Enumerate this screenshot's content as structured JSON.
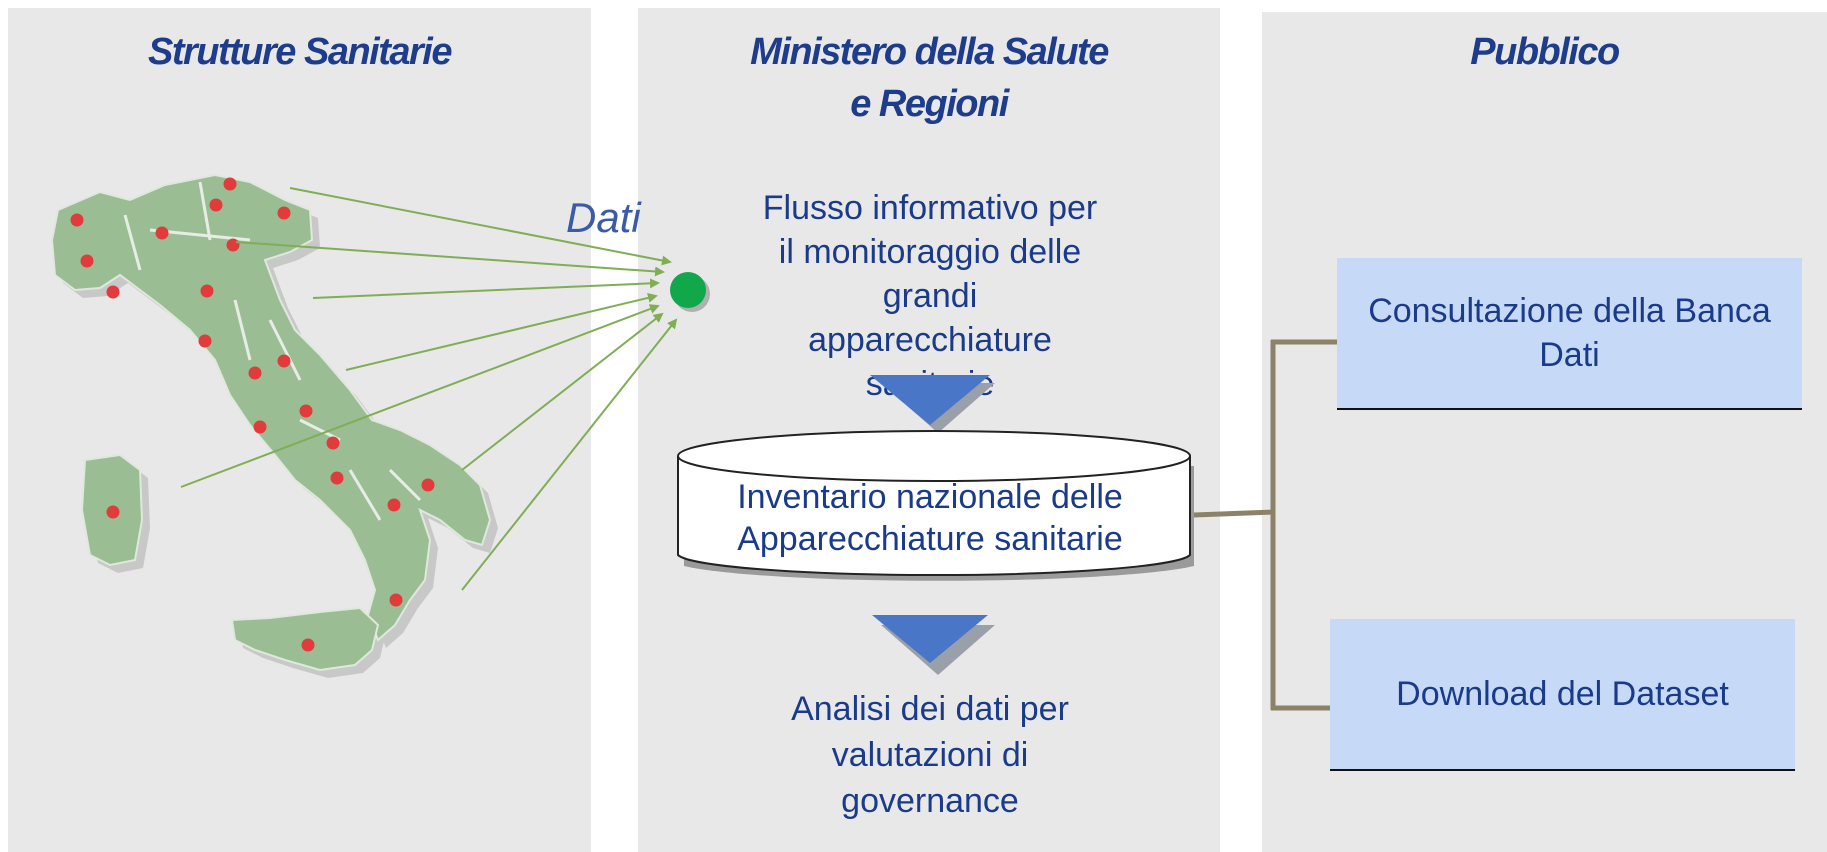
{
  "columns": {
    "left": {
      "title": "Strutture Sanitarie"
    },
    "middle": {
      "title_line1": "Ministero della Salute",
      "title_line2": "e Regioni"
    },
    "right": {
      "title": "Pubblico"
    }
  },
  "flow_label": "Dati",
  "middle": {
    "flusso_lines": [
      "Flusso informativo per",
      "il monitoraggio delle",
      "grandi",
      "apparecchiature",
      "sanitarie"
    ],
    "database_lines": [
      "Inventario nazionale delle",
      "Apparecchiature sanitarie"
    ],
    "analisi_lines": [
      "Analisi dei dati per",
      "valutazioni di",
      "governance"
    ]
  },
  "public": {
    "consultazione_lines": [
      "Consultazione della Banca",
      "Dati"
    ],
    "download": "Download del Dataset"
  },
  "colors": {
    "panel": "#e8e8e8",
    "title": "#1e3c8c",
    "text": "#1a3a8a",
    "map_fill": "#9bbd94",
    "map_shadow": "#c8c8c8",
    "dot_red": "#e23b3b",
    "dot_green": "#10a84a",
    "arrow_line": "#7fae55",
    "triangle": "#4a76c8",
    "connector": "#8b8267",
    "box_fill": "#c6d9f7"
  }
}
